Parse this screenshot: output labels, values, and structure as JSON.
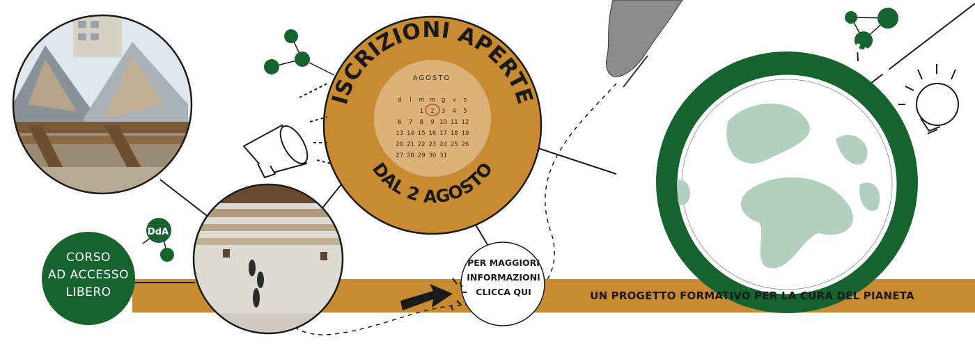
{
  "banner": {
    "registration_title": "ISCRIZIONI APERTE",
    "registration_date": "DAL 2 AGOSTO",
    "course_title": "Corso di Laurea in Scienze dell’Habitat Sostenibile",
    "free_access": [
      "CORSO",
      "AD ACCESSO",
      "LIBERO"
    ],
    "info_cta": [
      "PER MAGGIORI",
      "INFORMAZIONI",
      "CLICCA QUI"
    ],
    "tagline": "UN PROGETTO FORMATIVO PER LA CURA DEL PIANETA",
    "logo_text": "DdA"
  },
  "calendar": {
    "month": "AGOSTO",
    "weekdays": [
      "d",
      "l",
      "m",
      "m",
      "g",
      "v",
      "s"
    ],
    "weeks": [
      [
        "",
        "",
        "1",
        "2",
        "3",
        "4",
        "5"
      ],
      [
        "6",
        "7",
        "8",
        "9",
        "10",
        "11",
        "12"
      ],
      [
        "13",
        "14",
        "15",
        "16",
        "17",
        "18",
        "19"
      ],
      [
        "20",
        "21",
        "22",
        "23",
        "24",
        "25",
        "26"
      ],
      [
        "27",
        "28",
        "29",
        "30",
        "31",
        "",
        ""
      ]
    ],
    "highlighted_day": "2"
  },
  "colors": {
    "ochre": "#c98b32",
    "green": "#1e6b3a",
    "dark_green": "#17632f",
    "calendar_bg": "#dcb27a",
    "globe_land": "#b3cfc0",
    "line": "#1a1a1a"
  },
  "icons": [
    "megaphone-icon",
    "cursor-arrow-icon",
    "lightbulb-icon",
    "molecule-icon",
    "globe-icon",
    "hand-icon"
  ]
}
